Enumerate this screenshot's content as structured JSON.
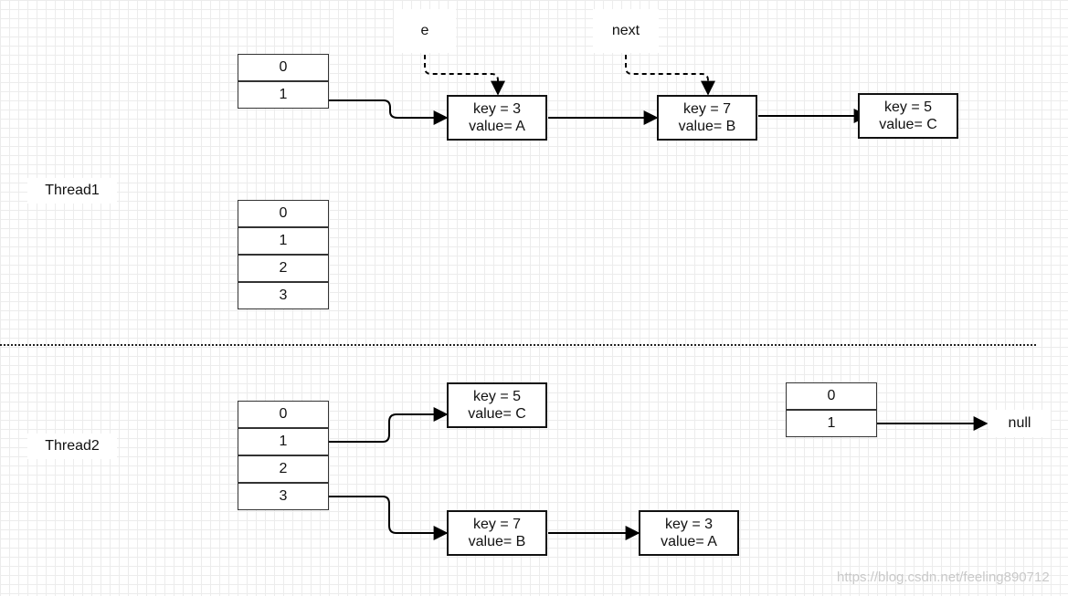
{
  "thread1": {
    "label": "Thread1",
    "table_small": [
      "0",
      "1"
    ],
    "table_large": [
      "0",
      "1",
      "2",
      "3"
    ],
    "pointer_e": "e",
    "pointer_next": "next",
    "chain": [
      {
        "key": "key = 3",
        "value": "value= A"
      },
      {
        "key": "key = 7",
        "value": "value= B"
      },
      {
        "key": "key = 5",
        "value": "value= C"
      }
    ]
  },
  "thread2": {
    "label": "Thread2",
    "table_large": [
      "0",
      "1",
      "2",
      "3"
    ],
    "bucket1_chain": [
      {
        "key": "key = 5",
        "value": "value= C"
      }
    ],
    "bucket3_chain": [
      {
        "key": "key = 7",
        "value": "value= B"
      },
      {
        "key": "key = 3",
        "value": "value= A"
      }
    ],
    "table_small": [
      "0",
      "1"
    ],
    "null_label": "null"
  },
  "watermark": "https://blog.csdn.net/feeling890712"
}
